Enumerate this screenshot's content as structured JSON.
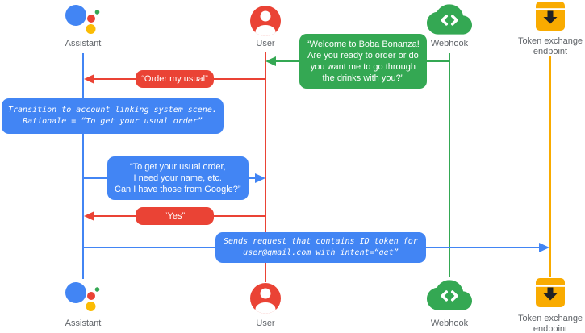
{
  "actors": {
    "assistant": {
      "label": "Assistant",
      "color": "#4285F4"
    },
    "user": {
      "label": "User",
      "color": "#EA4335"
    },
    "webhook": {
      "label": "Webhook",
      "color": "#34A853"
    },
    "token": {
      "label": "Token exchange endpoint",
      "color": "#F9AB00"
    }
  },
  "messages": {
    "welcome": {
      "text": "“Welcome to Boba Bonanza!\nAre you ready to order or do\nyou want me to go through\nthe drinks with you?”"
    },
    "order": {
      "text": "“Order my usual”"
    },
    "transition": {
      "text": "Transition to account linking system scene.\nRationale = “To get your usual order”"
    },
    "ask": {
      "text": "“To get your usual order,\nI need your name, etc.\nCan I have those from Google?”"
    },
    "yes": {
      "text": "“Yes”"
    },
    "send": {
      "text": "Sends request that contains ID token for\nuser@gmail.com with intent=“get”"
    }
  },
  "icon_names": {
    "assistant": "google-assistant-icon",
    "user": "user-account-icon",
    "webhook": "webhook-cloud-code-icon",
    "token": "token-exchange-endpoint-icon"
  }
}
